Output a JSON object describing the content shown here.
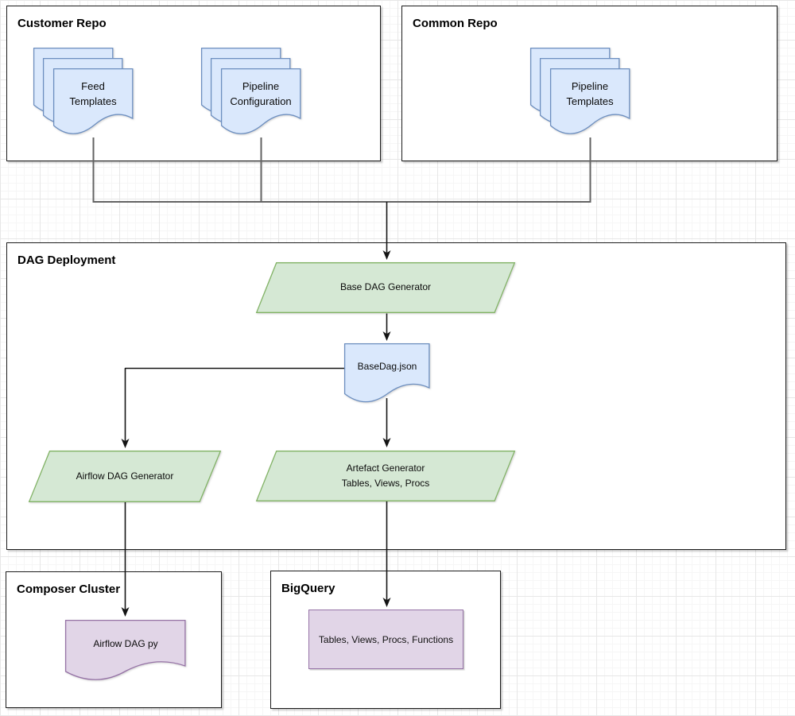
{
  "diagram": {
    "containers": {
      "customer_repo": {
        "title": "Customer Repo"
      },
      "common_repo": {
        "title": "Common Repo"
      },
      "dag_deployment": {
        "title": "DAG Deployment"
      },
      "composer_cluster": {
        "title": "Composer Cluster"
      },
      "bigquery": {
        "title": "BigQuery"
      }
    },
    "nodes": {
      "feed_templates": {
        "shape": "multi-document",
        "fill": "#dae8fc",
        "stroke": "#6c8ebf",
        "lines": [
          "Feed",
          "Templates"
        ]
      },
      "pipeline_configuration": {
        "shape": "multi-document",
        "fill": "#dae8fc",
        "stroke": "#6c8ebf",
        "lines": [
          "Pipeline",
          "Configuration"
        ]
      },
      "pipeline_templates": {
        "shape": "multi-document",
        "fill": "#dae8fc",
        "stroke": "#6c8ebf",
        "lines": [
          "Pipeline",
          "Templates"
        ]
      },
      "base_dag_generator": {
        "shape": "parallelogram",
        "fill": "#d5e8d4",
        "stroke": "#82b366",
        "lines": [
          "Base DAG Generator"
        ]
      },
      "basedag_json": {
        "shape": "document",
        "fill": "#dae8fc",
        "stroke": "#6c8ebf",
        "lines": [
          "BaseDag.json"
        ]
      },
      "airflow_dag_generator": {
        "shape": "parallelogram",
        "fill": "#d5e8d4",
        "stroke": "#82b366",
        "lines": [
          "Airflow DAG Generator"
        ]
      },
      "artefact_generator": {
        "shape": "parallelogram",
        "fill": "#d5e8d4",
        "stroke": "#82b366",
        "lines": [
          "Artefact Generator",
          "Tables, Views, Procs"
        ]
      },
      "airflow_dag_py": {
        "shape": "document",
        "fill": "#e1d5e7",
        "stroke": "#9673a6",
        "lines": [
          "Airflow DAG py"
        ]
      },
      "bigquery_artefacts": {
        "shape": "rectangle",
        "fill": "#e1d5e7",
        "stroke": "#9673a6",
        "lines": [
          "Tables, Views, Procs, Functions"
        ]
      }
    },
    "edges": [
      {
        "from": "feed_templates",
        "to": "base_dag_generator"
      },
      {
        "from": "pipeline_configuration",
        "to": "base_dag_generator"
      },
      {
        "from": "pipeline_templates",
        "to": "base_dag_generator"
      },
      {
        "from": "base_dag_generator",
        "to": "basedag_json"
      },
      {
        "from": "basedag_json",
        "to": "airflow_dag_generator"
      },
      {
        "from": "basedag_json",
        "to": "artefact_generator"
      },
      {
        "from": "airflow_dag_generator",
        "to": "airflow_dag_py"
      },
      {
        "from": "artefact_generator",
        "to": "bigquery_artefacts"
      }
    ],
    "colors": {
      "merge_connector": "#636363",
      "arrow_connector": "#141414",
      "container_border": "#1c1c1c",
      "blue_fill": "#dae8fc",
      "blue_stroke": "#6c8ebf",
      "green_fill": "#d5e8d4",
      "green_stroke": "#82b366",
      "purple_fill": "#e1d5e7",
      "purple_stroke": "#9673a6"
    }
  }
}
